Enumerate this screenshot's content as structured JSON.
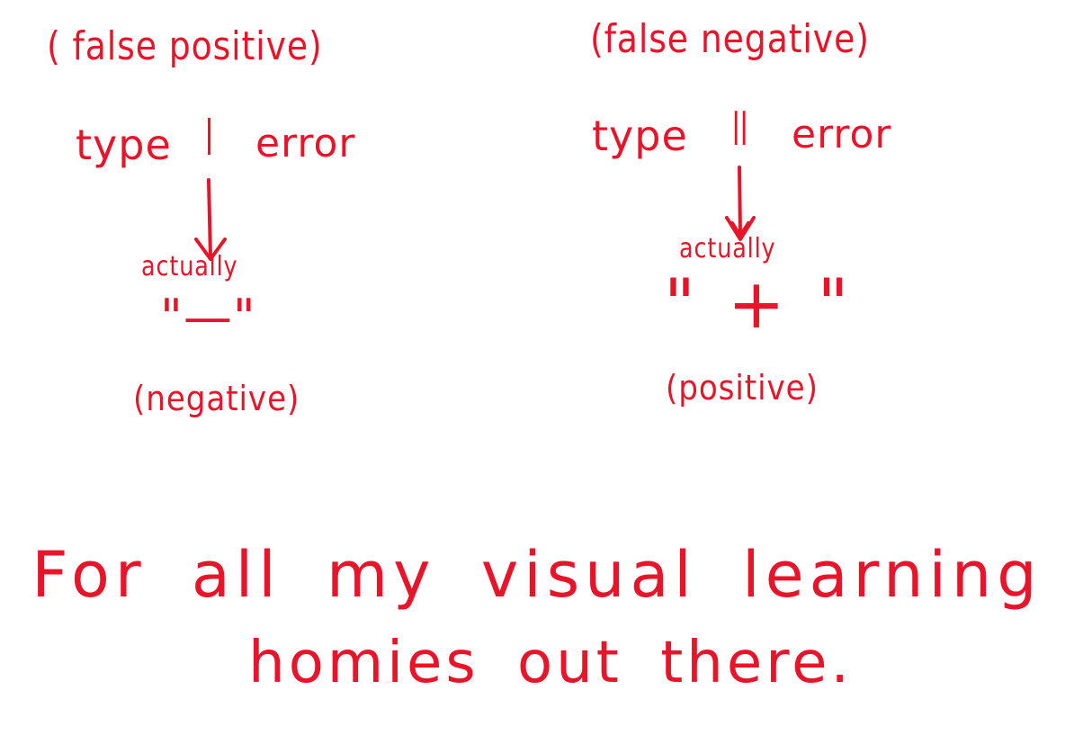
{
  "ink_color": "#e8142a",
  "background_color": "#ffffff",
  "columns": [
    {
      "annotation": "( false positive)",
      "type_word": "type",
      "numeral": "I",
      "error_word": "error",
      "actually_word": "actually",
      "sign_display": "\"—\"",
      "meaning": "(negative)"
    },
    {
      "annotation": "(false negative)",
      "type_word": "type",
      "numeral": "II",
      "error_word": "error",
      "actually_word": "actually",
      "sign_display": "\"+\"",
      "meaning": "(positive)"
    }
  ],
  "caption": {
    "line1": "For all my visual learning",
    "line2": "homies out there."
  }
}
